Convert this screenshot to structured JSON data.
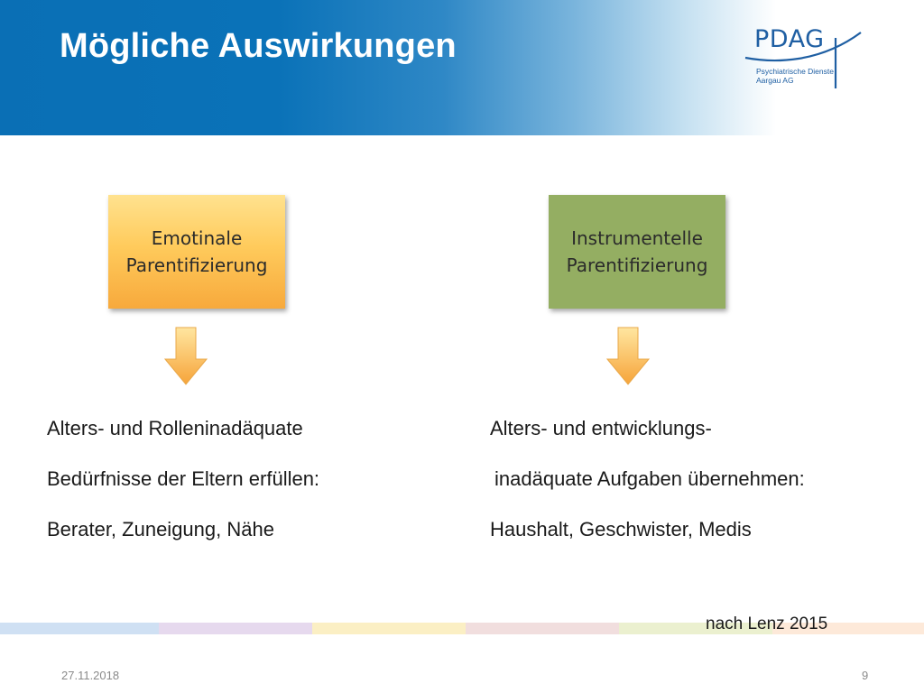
{
  "header": {
    "title": "Mögliche Auswirkungen"
  },
  "logo": {
    "name": "PDAG",
    "subtitle_line1": "Psychiatrische Dienste",
    "subtitle_line2": "Aargau AG",
    "color": "#1f5fa3"
  },
  "boxes": [
    {
      "line1": "Emotinale",
      "line2": "Parentifizierung",
      "color": "#ffc95a"
    },
    {
      "line1": "Instrumentelle",
      "line2": "Parentifizierung",
      "color": "#94ae62"
    }
  ],
  "left_text": [
    "Alters- und Rolleninadäquate",
    "Bedürfnisse der Eltern erfüllen:",
    "Berater, Zuneigung, Nähe"
  ],
  "right_text": [
    "Alters-  und entwicklungs-",
    "inadäquate Aufgaben übernehmen:",
    "Haushalt, Geschwister, Medis"
  ],
  "source": "nach Lenz 2015",
  "footer": {
    "date": "27.11.2018",
    "page": "9"
  },
  "stripe_colors": [
    "#cfe0f3",
    "#e6d9ee",
    "#fbefc4",
    "#f1dede",
    "#ebf0cf",
    "#fde9d9"
  ]
}
